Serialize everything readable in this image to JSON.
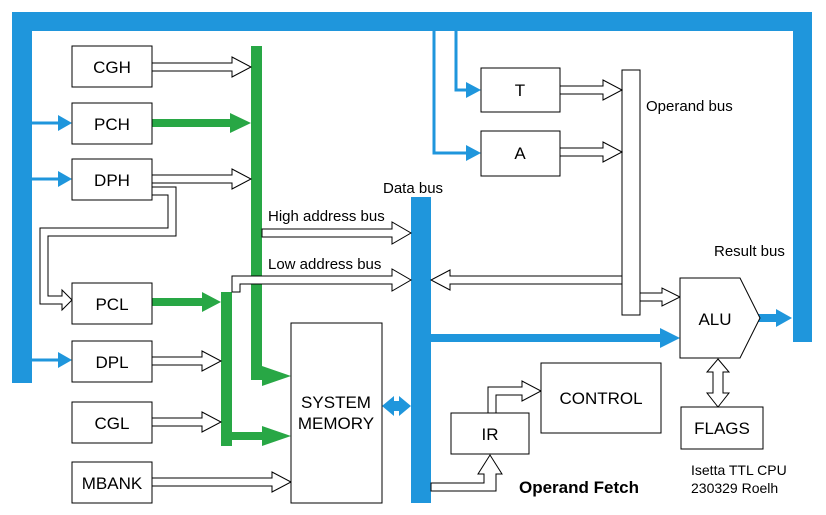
{
  "colors": {
    "result_bus": "#1f96dc",
    "address_bus": "#28a745",
    "stroke": "#000000",
    "background": "#ffffff"
  },
  "registers": {
    "cgh": "CGH",
    "pch": "PCH",
    "dph": "DPH",
    "pcl": "PCL",
    "dpl": "DPL",
    "cgl": "CGL",
    "mbank": "MBANK",
    "t": "T",
    "a": "A",
    "ir": "IR"
  },
  "blocks": {
    "system_memory_line1": "SYSTEM",
    "system_memory_line2": "MEMORY",
    "control": "CONTROL",
    "alu": "ALU",
    "flags": "FLAGS"
  },
  "bus_labels": {
    "operand_bus": "Operand bus",
    "data_bus": "Data bus",
    "high_address_bus": "High address bus",
    "low_address_bus": "Low address bus",
    "result_bus": "Result bus"
  },
  "captions": {
    "operand_fetch": "Operand Fetch",
    "title_line1": "Isetta TTL CPU",
    "title_line2": "230329 Roelh"
  }
}
